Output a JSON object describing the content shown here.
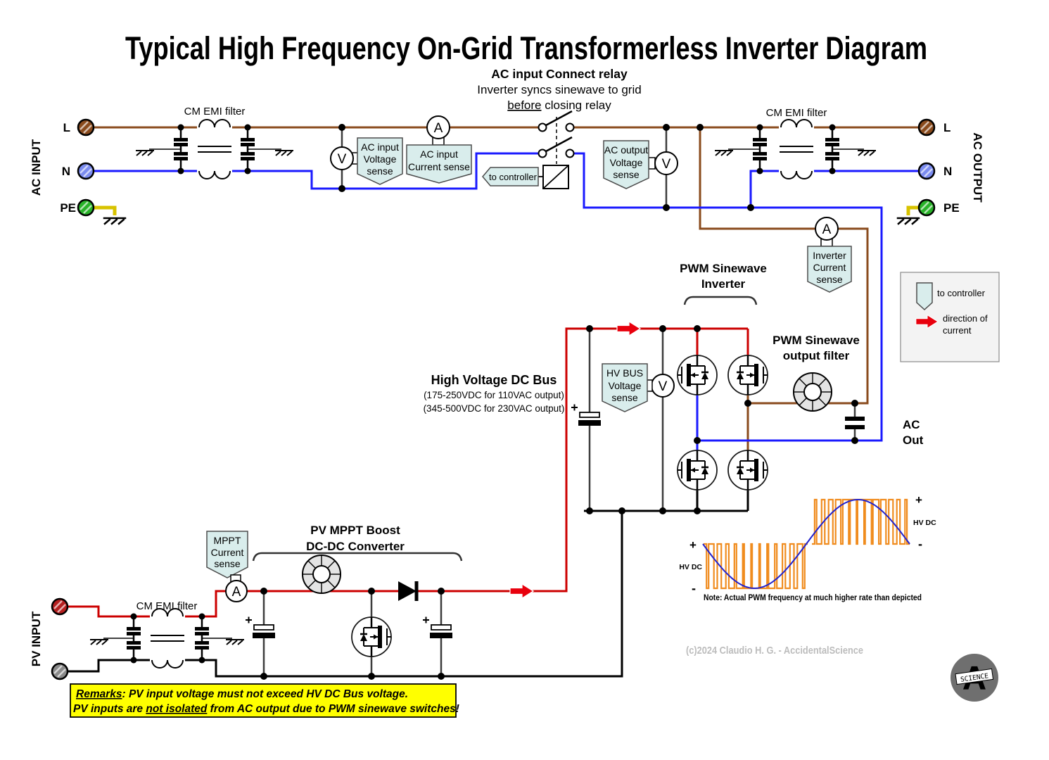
{
  "title": "Typical High Frequency On-Grid Transformerless Inverter Diagram",
  "subtitle": {
    "line1": "AC input Connect relay",
    "line2": "Inverter syncs sinewave to grid",
    "line3_underlined": "before",
    "line3_rest": " closing relay"
  },
  "ports": {
    "ac_input_label": "AC INPUT",
    "ac_output_label": "AC OUTPUT",
    "pv_input_label": "PV INPUT",
    "live": "L",
    "neutral": "N",
    "earth": "PE"
  },
  "filters": {
    "ac_in": "CM EMI filter",
    "ac_out": "CM EMI filter",
    "pv": "CM EMI filter"
  },
  "meters": {
    "voltmeter": "V",
    "ammeter": "A"
  },
  "tags": {
    "ac_in_voltage": [
      "AC input",
      "Voltage",
      "sense"
    ],
    "ac_in_current": [
      "AC input",
      "Current sense"
    ],
    "ac_out_voltage": [
      "AC output",
      "Voltage",
      "sense"
    ],
    "inverter_current": [
      "Inverter",
      "Current",
      "sense"
    ],
    "hv_bus_voltage": [
      "HV BUS",
      "Voltage",
      "sense"
    ],
    "mppt_current": [
      "MPPT",
      "Current",
      "sense"
    ],
    "to_controller": "to controller"
  },
  "hv_bus": {
    "title": "High Voltage DC Bus",
    "range_110": "(175-250VDC for 110VAC output)",
    "range_230": "(345-500VDC for 230VAC output)"
  },
  "inverter": {
    "title_line1": "PWM Sinewave",
    "title_line2": "Inverter"
  },
  "output_filter": {
    "line1": "PWM Sinewave",
    "line2": "output filter",
    "ac_out_line1": "AC",
    "ac_out_line2": "Out"
  },
  "boost": {
    "line1": "PV MPPT Boost",
    "line2": "DC-DC Converter"
  },
  "legend": {
    "to_controller": "to controller",
    "direction_line1": "direction of",
    "direction_line2": "current"
  },
  "waveform": {
    "plus": "+",
    "minus": "-",
    "hv_dc": "HV DC",
    "note": "Note: Actual PWM frequency at much higher rate than depicted"
  },
  "remarks": {
    "label": "Remarks",
    "line1_rest": ": PV input voltage must not exceed HV DC Bus voltage.",
    "line2_pre": "PV inputs are ",
    "line2_underlined": "not isolated",
    "line2_post": " from AC output due to PWM sinewave switches!"
  },
  "footer": {
    "copyright": "(c)2024 Claudio H. G. - AccidentalScience",
    "logo_letter": "A",
    "logo_text": "SCIENCE"
  },
  "colors": {
    "wire_live": "#8a4b1d",
    "wire_neutral": "#1a1aff",
    "wire_dc_positive": "#cc0000",
    "wire_dc_negative": "#000000",
    "wire_pe": "#d8c300",
    "tag_fill": "#d9edec",
    "remarks_bg": "#ffff00",
    "pwm_trace": "#f08c1e",
    "sine_trace": "#2222cc",
    "arrow_red": "#e8000d"
  }
}
